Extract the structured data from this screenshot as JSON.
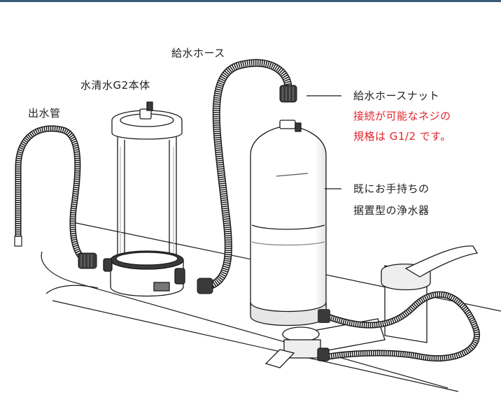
{
  "labels": {
    "outlet_pipe": "出水管",
    "unit_body": "水清水G2本体",
    "supply_hose": "給水ホース",
    "hose_nut": "給水ホースナット",
    "note_line1": "接続が可能なネジの",
    "note_line2": "規格は G1/2 です。",
    "existing_filter_line1": "既にお手持ちの",
    "existing_filter_line2": "据置型の浄水器"
  },
  "colors": {
    "line": "#1a1a1a",
    "accent_rule": "#3a5a7a",
    "note_red": "#e0242b",
    "shade": "#e6e6e6",
    "dark": "#3a3a3a"
  }
}
